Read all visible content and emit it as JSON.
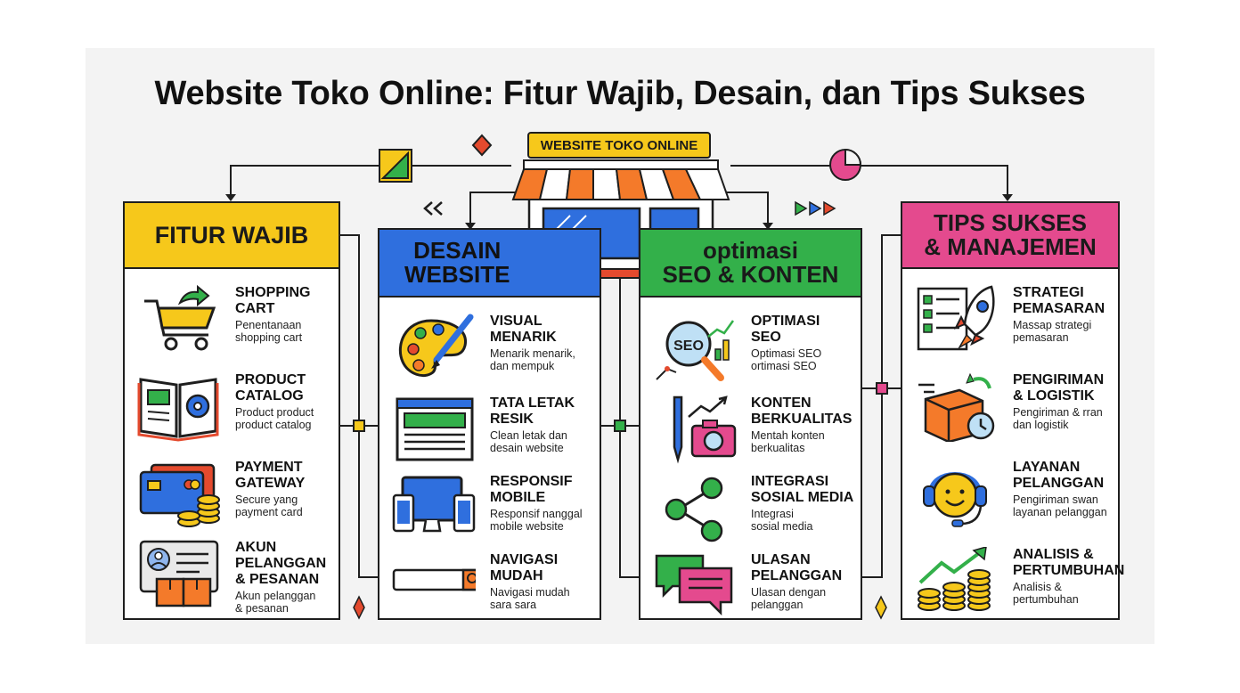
{
  "title": "Website Toko Online: Fitur Wajib, Desain, dan Tips Sukses",
  "center_label": "WEBSITE TOKO ONLINE",
  "colors": {
    "yellow": "#f6c81b",
    "blue": "#2f6fde",
    "green": "#33b04a",
    "pink": "#e44a8e",
    "outline": "#1e1e1e"
  },
  "columns": [
    {
      "heading": "FITUR WAJIB",
      "color": "#f6c81b",
      "items": [
        {
          "title": "SHOPPING\nCART",
          "desc": "Penentanaan\nshopping cart",
          "icon": "shopping-cart-icon"
        },
        {
          "title": "PRODUCT\nCATALOG",
          "desc": "Product product\nproduct catalog",
          "icon": "catalog-book-icon"
        },
        {
          "title": "PAYMENT\nGATEWAY",
          "desc": "Secure yang\npayment card",
          "icon": "credit-card-coins-icon"
        },
        {
          "title": "AKUN\nPELANGGAN\n& PESANAN",
          "desc": "Akun pelanggan\n& pesanan",
          "icon": "account-card-icon"
        }
      ]
    },
    {
      "heading": "DESAIN\nWEBSITE",
      "color": "#2f6fde",
      "items": [
        {
          "title": "VISUAL\nMENARIK",
          "desc": "Menarik menarik,\ndan mempuk",
          "icon": "palette-icon"
        },
        {
          "title": "TATA LETAK\nRESIK",
          "desc": "Clean letak dan\ndesain website",
          "icon": "layout-browser-icon"
        },
        {
          "title": "RESPONSIF\nMOBILE",
          "desc": "Responsif nanggal\nmobile website",
          "icon": "responsive-devices-icon"
        },
        {
          "title": "NAVIGASI\nMUDAH",
          "desc": "Navigasi mudah\nsara sara",
          "icon": "search-bar-icon"
        }
      ]
    },
    {
      "heading": "optimasi\nSEO & KONTEN",
      "color": "#33b04a",
      "items": [
        {
          "title": "OPTIMASI\nSEO",
          "desc": "Optimasi SEO\nortimasi SEO",
          "icon": "seo-magnifier-icon",
          "badge": "SEO"
        },
        {
          "title": "KONTEN\nBERKUALITAS",
          "desc": "Mentah konten\nberkualitas",
          "icon": "pen-camera-icon"
        },
        {
          "title": "INTEGRASI\nSOSIAL MEDIA",
          "desc": "Integrasi\nsosial media",
          "icon": "share-icon"
        },
        {
          "title": "ULASAN\nPELANGGAN",
          "desc": "Ulasan dengan\npelanggan",
          "icon": "chat-bubbles-icon"
        }
      ]
    },
    {
      "heading": "TIPS SUKSES\n& MANAJEMEN",
      "color": "#e44a8e",
      "items": [
        {
          "title": "STRATEGI\nPEMASARAN",
          "desc": "Massap strategi\npemasaran",
          "icon": "checklist-rocket-icon"
        },
        {
          "title": "PENGIRIMAN\n& LOGISTIK",
          "desc": "Pengiriman & rran\ndan logistik",
          "icon": "package-clock-icon"
        },
        {
          "title": "LAYANAN\nPELANGGAN",
          "desc": "Pengiriman swan\nlayanan pelanggan",
          "icon": "headset-smiley-icon"
        },
        {
          "title": "ANALISIS &\nPERTUMBUHAN",
          "desc": "Analisis &\npertumbuhan",
          "icon": "growth-coins-icon"
        }
      ]
    }
  ]
}
